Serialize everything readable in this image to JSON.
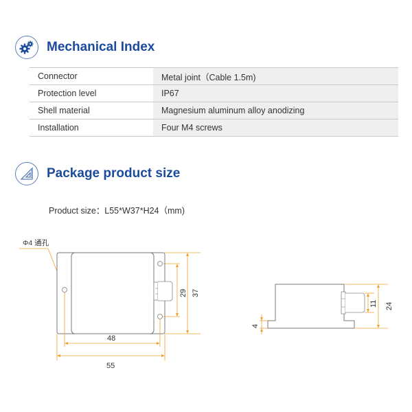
{
  "sections": {
    "mechanical": {
      "title": "Mechanical Index",
      "icon": "gears-icon"
    },
    "package": {
      "title": "Package product size",
      "icon": "set-square-ruler-icon"
    }
  },
  "spec_table": {
    "rows": [
      {
        "label": "Connector",
        "value": "Metal joint（Cable 1.5m)"
      },
      {
        "label": "Protection level",
        "value": "IP67"
      },
      {
        "label": "Shell material",
        "value": "Magnesium aluminum alloy anodizing"
      },
      {
        "label": "Installation",
        "value": "Four M4 screws"
      }
    ]
  },
  "product_size": "Product size：L55*W37*H24（mm)",
  "drawing": {
    "hole_label": "Φ4 通孔",
    "top_view": {
      "inner_width": "48",
      "outer_width": "55",
      "hole_spacing": "29",
      "outer_height": "37"
    },
    "side_view": {
      "base_height": "4",
      "connector_height": "11",
      "total_height": "24"
    }
  },
  "colors": {
    "title": "#1a4b9c",
    "icon_stroke": "#5a7fb8",
    "dimension_line": "#f0a030",
    "outline": "#777777",
    "table_value_bg": "#efefef"
  }
}
